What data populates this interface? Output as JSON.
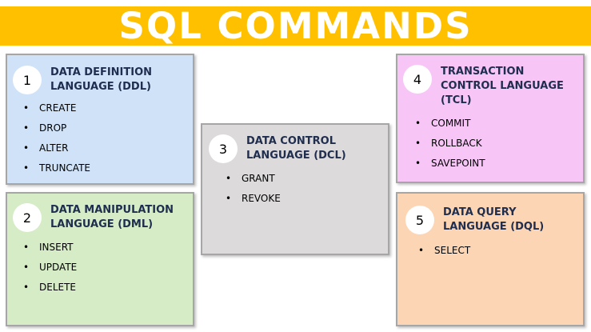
{
  "title": "SQL COMMANDS",
  "colors": {
    "title_bar": "#ffc000",
    "ddl": "#cfe2f8",
    "dml": "#d6ecc6",
    "dcl": "#dcdada",
    "tcl": "#f7c6f7",
    "dql": "#fcd6b4"
  },
  "boxes": [
    {
      "number": "1",
      "heading_line1": "DATA DEFINITION",
      "heading_line2": "LANGUAGE (DDL)",
      "heading_line3": "",
      "items": [
        "CREATE",
        "DROP",
        "ALTER",
        "TRUNCATE"
      ]
    },
    {
      "number": "2",
      "heading_line1": "DATA MANIPULATION",
      "heading_line2": "LANGUAGE (DML)",
      "heading_line3": "",
      "items": [
        "INSERT",
        "UPDATE",
        "DELETE"
      ]
    },
    {
      "number": "3",
      "heading_line1": "DATA CONTROL",
      "heading_line2": "LANGUAGE (DCL)",
      "heading_line3": "",
      "items": [
        "GRANT",
        "REVOKE"
      ]
    },
    {
      "number": "4",
      "heading_line1": "TRANSACTION",
      "heading_line2": "CONTROL LANGUAGE",
      "heading_line3": "(TCL)",
      "items": [
        "COMMIT",
        "ROLLBACK",
        "SAVEPOINT"
      ]
    },
    {
      "number": "5",
      "heading_line1": "DATA QUERY",
      "heading_line2": "LANGUAGE (DQL)",
      "heading_line3": "",
      "items": [
        "SELECT"
      ]
    }
  ]
}
